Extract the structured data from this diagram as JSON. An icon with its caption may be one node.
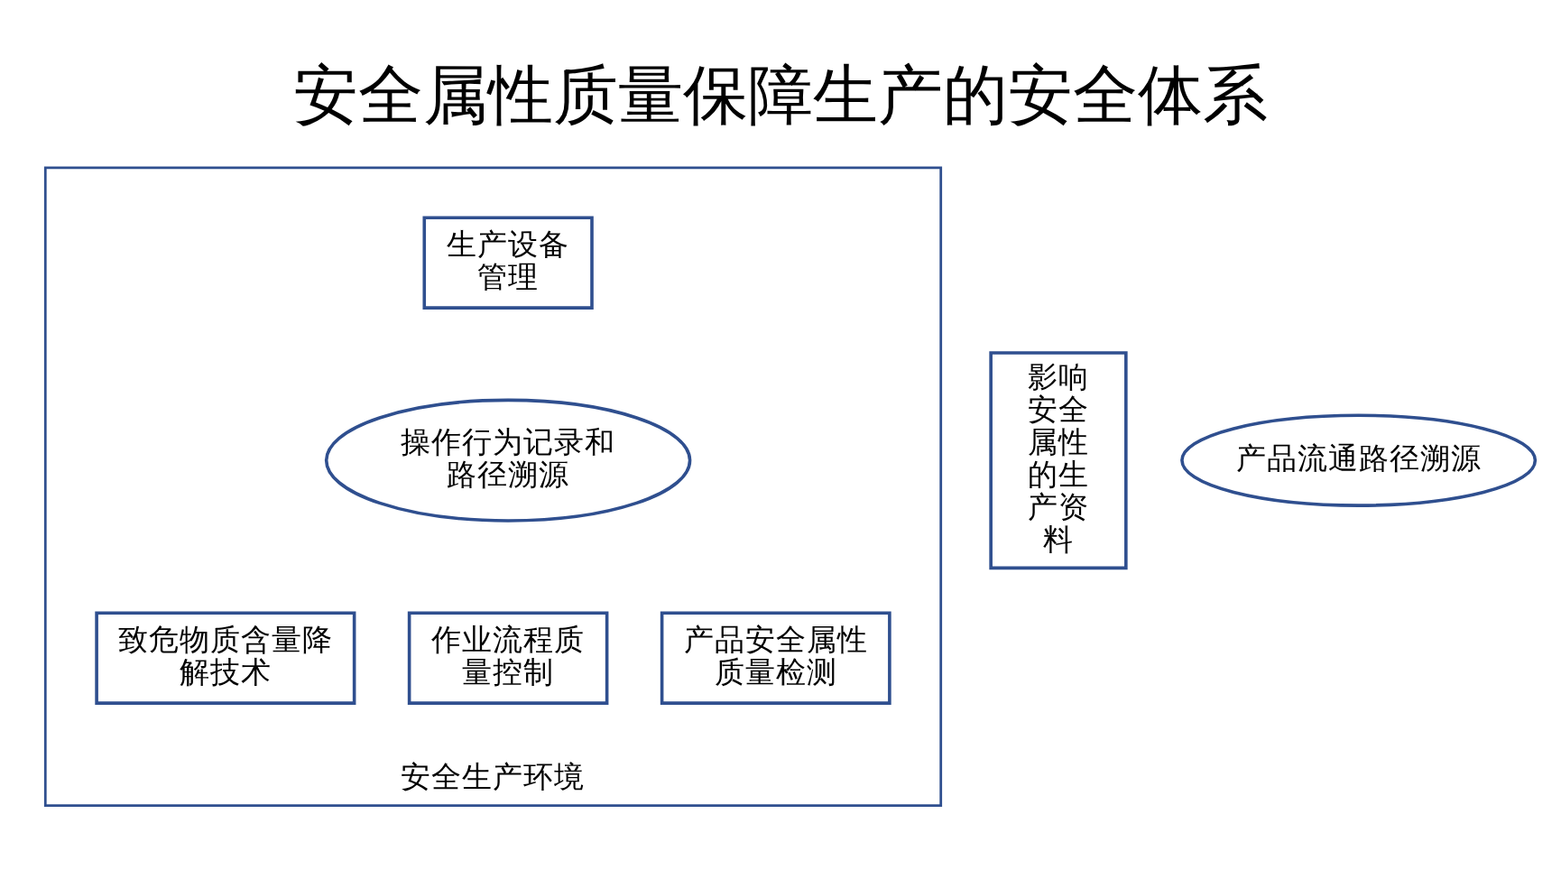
{
  "diagram": {
    "title": "安全属性质量保障生产的安全体系",
    "nodes": [
      {
        "text": [
          "安全生产环境"
        ]
      },
      {
        "text": [
          "生产设备管理"
        ],
        "in": 0
      },
      {
        "text": [
          "操作行为记录和路径溯源"
        ],
        "in": 0
      },
      {
        "text": [
          "致危物质含量降解技术"
        ],
        "in": 0
      },
      {
        "text": [
          "作业流程质量控制"
        ],
        "in": 0
      },
      {
        "text": [
          "产品安全属性质量检测"
        ],
        "in": 0
      },
      {
        "text": [
          "影响安全属性的生产资料"
        ]
      },
      {
        "text": [
          "产品流通路径溯源"
        ]
      }
    ],
    "edges": []
  }
}
